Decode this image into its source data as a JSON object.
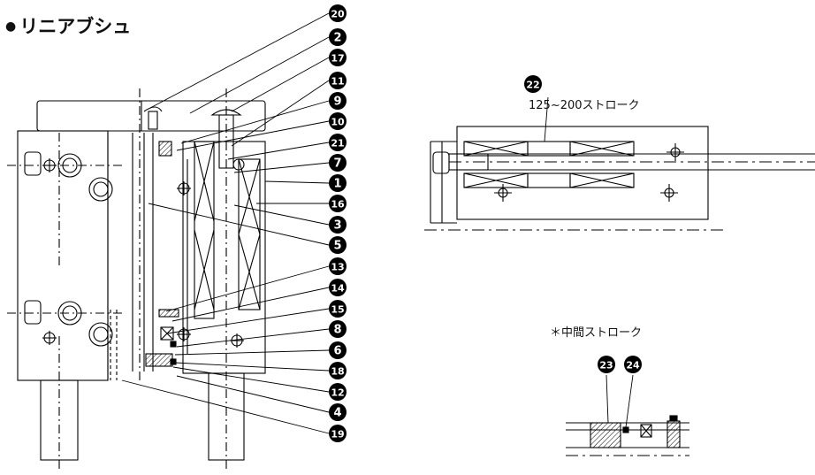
{
  "title": {
    "bullet": "●",
    "text": "リニアブシュ"
  },
  "captions": {
    "stroke_range": "125~200ストローク",
    "mid_stroke": "＊中間ストローク"
  },
  "callouts_main": [
    {
      "num": "20"
    },
    {
      "num": "2"
    },
    {
      "num": "17"
    },
    {
      "num": "11"
    },
    {
      "num": "9"
    },
    {
      "num": "10"
    },
    {
      "num": "21"
    },
    {
      "num": "7"
    },
    {
      "num": "1"
    },
    {
      "num": "16"
    },
    {
      "num": "3"
    },
    {
      "num": "5"
    },
    {
      "num": "13"
    },
    {
      "num": "14"
    },
    {
      "num": "15"
    },
    {
      "num": "8"
    },
    {
      "num": "6"
    },
    {
      "num": "18"
    },
    {
      "num": "12"
    },
    {
      "num": "4"
    },
    {
      "num": "19"
    }
  ],
  "callouts_side": [
    {
      "num": "22"
    }
  ],
  "callouts_mid": [
    {
      "num": "23"
    },
    {
      "num": "24"
    }
  ]
}
